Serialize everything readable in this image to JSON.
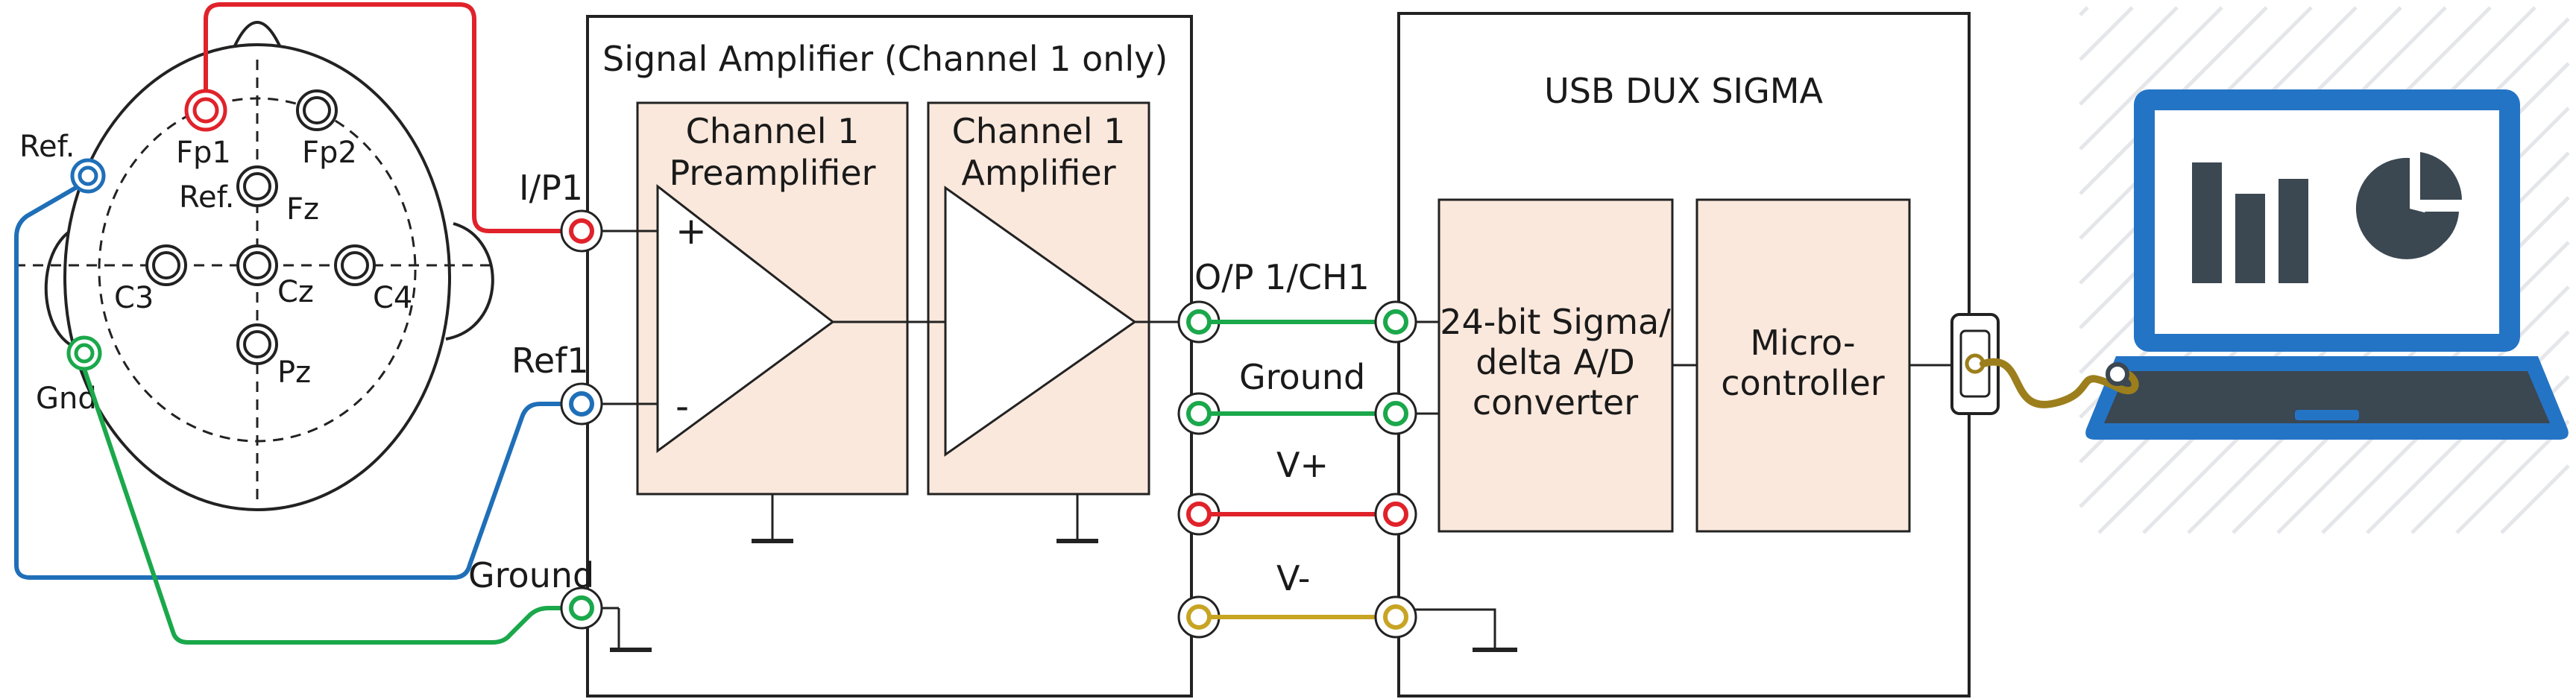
{
  "colors": {
    "red": "#e0222a",
    "blue": "#1f6fb8",
    "green": "#1aa84b",
    "yellow": "#c8a423",
    "block_fill": "#fae8dc",
    "laptop_blue": "#2474c6",
    "laptop_dark": "#3b4751",
    "cable_gold": "#9c7f1c"
  },
  "head": {
    "electrodes": {
      "fp1": "Fp1",
      "fp2": "Fp2",
      "ref": "Ref.",
      "fz": "Fz",
      "c3": "C3",
      "cz": "Cz",
      "c4": "C4",
      "pz": "Pz"
    },
    "external": {
      "ref": "Ref.",
      "gnd": "Gnd"
    }
  },
  "amplifier": {
    "title": "Signal Amplifier (Channel 1 only)",
    "inputs": {
      "ip1": "I/P1",
      "ref1": "Ref1",
      "ground": "Ground"
    },
    "preamp": {
      "line1": "Channel 1",
      "line2": "Preamplifier",
      "plus": "+",
      "minus": "-"
    },
    "amp": {
      "line1": "Channel 1",
      "line2": "Amplifier"
    }
  },
  "connections": {
    "op": "O/P 1/CH1",
    "ground": "Ground",
    "vplus": "V+",
    "vminus": "V-"
  },
  "usb": {
    "title": "USB DUX SIGMA",
    "adc": {
      "line1": "24-bit Sigma/",
      "line2": "delta A/D",
      "line3": "converter"
    },
    "mcu": {
      "line1": "Micro-",
      "line2": "controller"
    }
  },
  "computer": {
    "icon": "laptop-chart-icon"
  }
}
